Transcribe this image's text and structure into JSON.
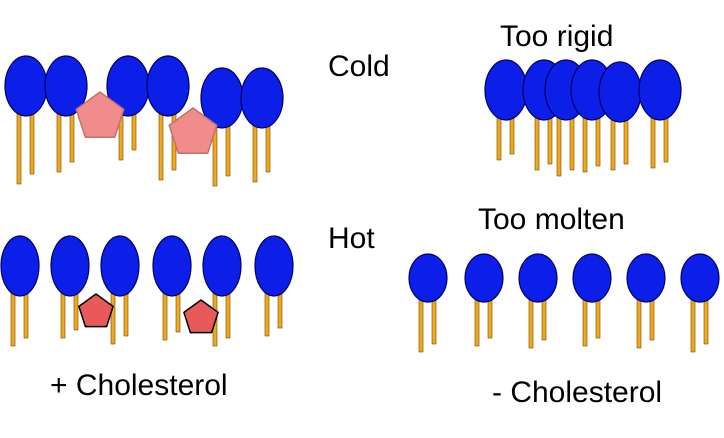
{
  "labels": {
    "cold": "Cold",
    "hot": "Hot",
    "too_rigid": "Too rigid",
    "too_molten": "Too molten",
    "plus_cholesterol": "+ Cholesterol",
    "minus_cholesterol": "- Cholesterol"
  },
  "colors": {
    "head_fill": "#0b1fe8",
    "head_stroke": "#000066",
    "tail_fill": "#f2a81d",
    "tail_stroke": "#6b4a00",
    "cholesterol_cold": "#f08c8c",
    "cholesterol_hot": "#e85a5a"
  },
  "icons": {
    "lipid": "phospholipid-icon",
    "cholesterol": "cholesterol-pentagon-icon"
  }
}
